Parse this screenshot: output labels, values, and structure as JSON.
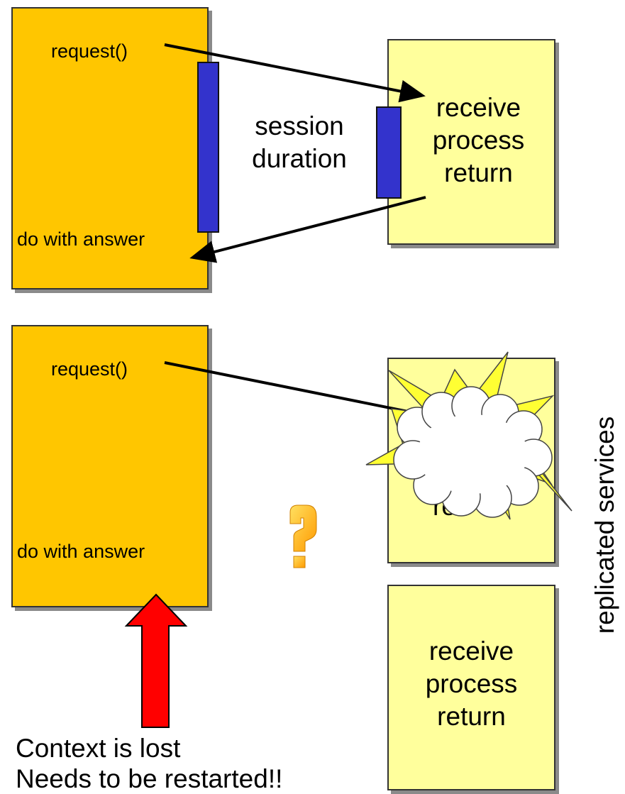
{
  "top": {
    "client_request": "request()",
    "client_answer": "do with answer",
    "session_label_1": "session",
    "session_label_2": "duration",
    "server_lines": [
      "receive",
      "process",
      "return"
    ]
  },
  "bottom": {
    "client_request": "request()",
    "client_answer": "do with answer",
    "failed_server_partial_1": "re",
    "failed_server_partial_2": "re",
    "replica_lines": [
      "receive",
      "process",
      "return"
    ]
  },
  "side_label": "replicated services",
  "caption_line_1": "Context is lost",
  "caption_line_2": "Needs to be restarted!!",
  "colors": {
    "client_box": "#ffc600",
    "server_box": "#ffff9c",
    "session_bar": "#3333cc",
    "restart_arrow": "#ff0000",
    "burst": "#ffff33",
    "question_mark": "#ffb000"
  },
  "icons": [
    "explosion-burst-icon",
    "question-mark-icon",
    "up-arrow-icon"
  ]
}
